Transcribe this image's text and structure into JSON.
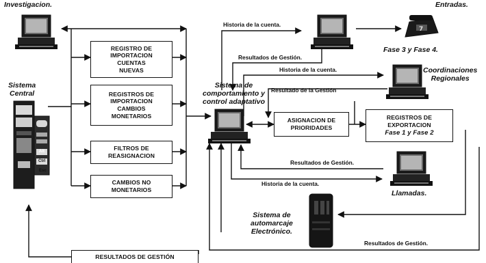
{
  "titles": {
    "investigacion": "Investigacion.",
    "sistema_central": "Sistema\nCentral",
    "sistema_comportamiento": "Sistema de\ncomportamiento y\ncontrol adaptativo",
    "entradas": "Entradas.",
    "fases_3_4": "Fase 3 y Fase 4.",
    "coordinaciones": "Coordinaciones\nRegionales",
    "llamadas": "Llamadas.",
    "automarcaje": "Sistema de\nautomarcaje\nElectrónico."
  },
  "boxes": {
    "registro_importacion_cuentas_nuevas": "REGISTRO DE\nIMPORTACION\nCUENTAS\nNUEVAS",
    "registros_importacion_cambios_monetarios": "REGISTROS DE\nIMPORTACION\nCAMBIOS\nMONETARIOS",
    "filtros_reasignacion": "FILTROS DE\nREASIGNACION",
    "cambios_no_monetarios": "CAMBIOS NO\nMONETARIOS",
    "asignacion_prioridades": "ASIGNACION DE\nPRIORIDADES",
    "registros_exportacion": "REGISTROS DE\nEXPORTACION",
    "registros_exportacion_sub": "Fase 1 y Fase 2",
    "resultados_gestion_box": "RESULTADOS DE GESTIÓN"
  },
  "flow_labels": {
    "historia_cuenta_top": "Historia de la cuenta.",
    "resultados_gestion_top": "Resultados de Gestión.",
    "historia_cuenta_mid": "Historia de la cuenta.",
    "resultado_gestion_mid": "Resultado de la Gestión",
    "resultados_gestion_low": "Resultados de Gestión.",
    "historia_cuenta_low": "Historia de la cuenta.",
    "resultados_gestion_bottom": "Resultados de Gestión."
  },
  "screen_labels": {
    "key_1": "Alt",
    "key_2": "Ctrl",
    "key_3": "Esc"
  }
}
